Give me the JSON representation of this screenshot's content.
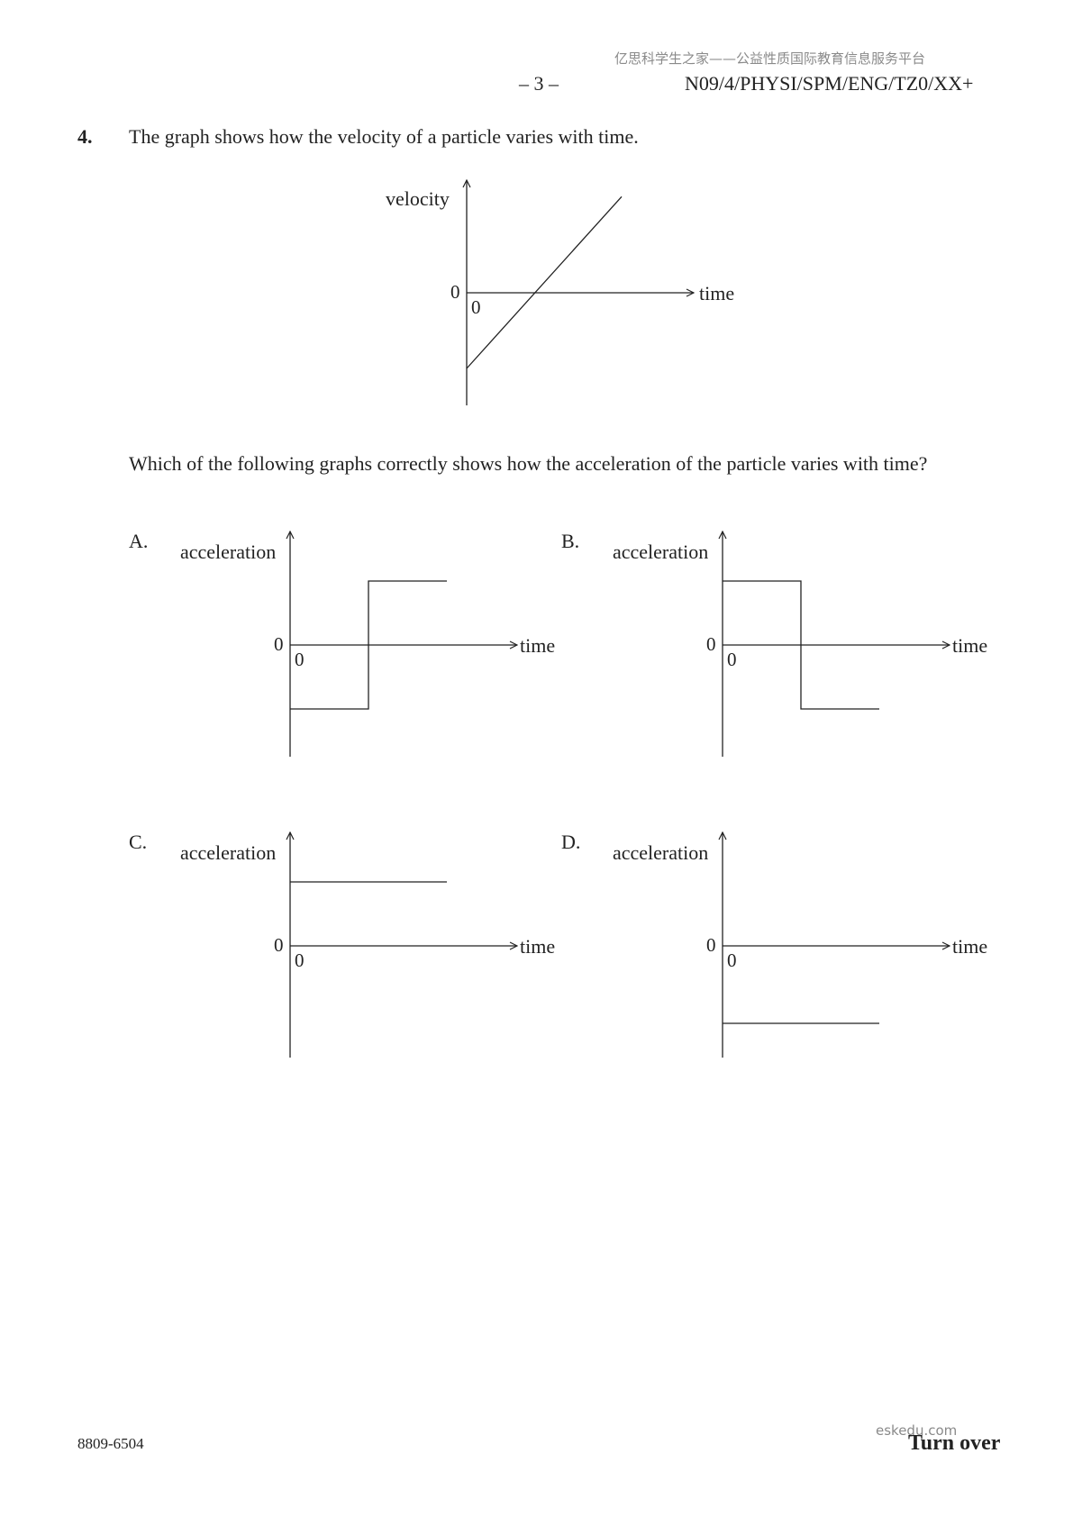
{
  "header": {
    "watermark": "亿思科学生之家——公益性质国际教育信息服务平台",
    "page_number": "– 3 –",
    "exam_code": "N09/4/PHYSI/SPM/ENG/TZ0/XX+"
  },
  "question": {
    "number": "4.",
    "stem": "The graph shows how the velocity of a particle varies with time.",
    "prompt": "Which of the following graphs correctly shows how the acceleration of the particle varies with time?"
  },
  "chart_data": [
    {
      "id": "velocity",
      "type": "line",
      "ylabel": "velocity",
      "xlabel": "time",
      "origin_labels": [
        "0",
        "0"
      ],
      "series": [
        {
          "x": [
            0,
            1
          ],
          "y": [
            -1,
            1.27
          ]
        }
      ]
    },
    {
      "id": "A",
      "option": "A.",
      "type": "line",
      "ylabel": "acceleration",
      "xlabel": "time",
      "origin_labels": [
        "0",
        "0"
      ],
      "series": [
        {
          "x": [
            0,
            0.5,
            0.5,
            1
          ],
          "y": [
            -1,
            -1,
            1,
            1
          ]
        }
      ]
    },
    {
      "id": "B",
      "option": "B.",
      "type": "line",
      "ylabel": "acceleration",
      "xlabel": "time",
      "origin_labels": [
        "0",
        "0"
      ],
      "series": [
        {
          "x": [
            0,
            0.5,
            0.5,
            1
          ],
          "y": [
            1,
            1,
            -1,
            -1
          ]
        }
      ]
    },
    {
      "id": "C",
      "option": "C.",
      "type": "line",
      "ylabel": "acceleration",
      "xlabel": "time",
      "origin_labels": [
        "0",
        "0"
      ],
      "series": [
        {
          "x": [
            0,
            1
          ],
          "y": [
            1,
            1
          ]
        }
      ]
    },
    {
      "id": "D",
      "option": "D.",
      "type": "line",
      "ylabel": "acceleration",
      "xlabel": "time",
      "origin_labels": [
        "0",
        "0"
      ],
      "series": [
        {
          "x": [
            0,
            1
          ],
          "y": [
            -1,
            -1
          ]
        }
      ]
    }
  ],
  "footer": {
    "code": "8809-6504",
    "watermark": "eskedu.com",
    "turn_over": "Turn over"
  }
}
